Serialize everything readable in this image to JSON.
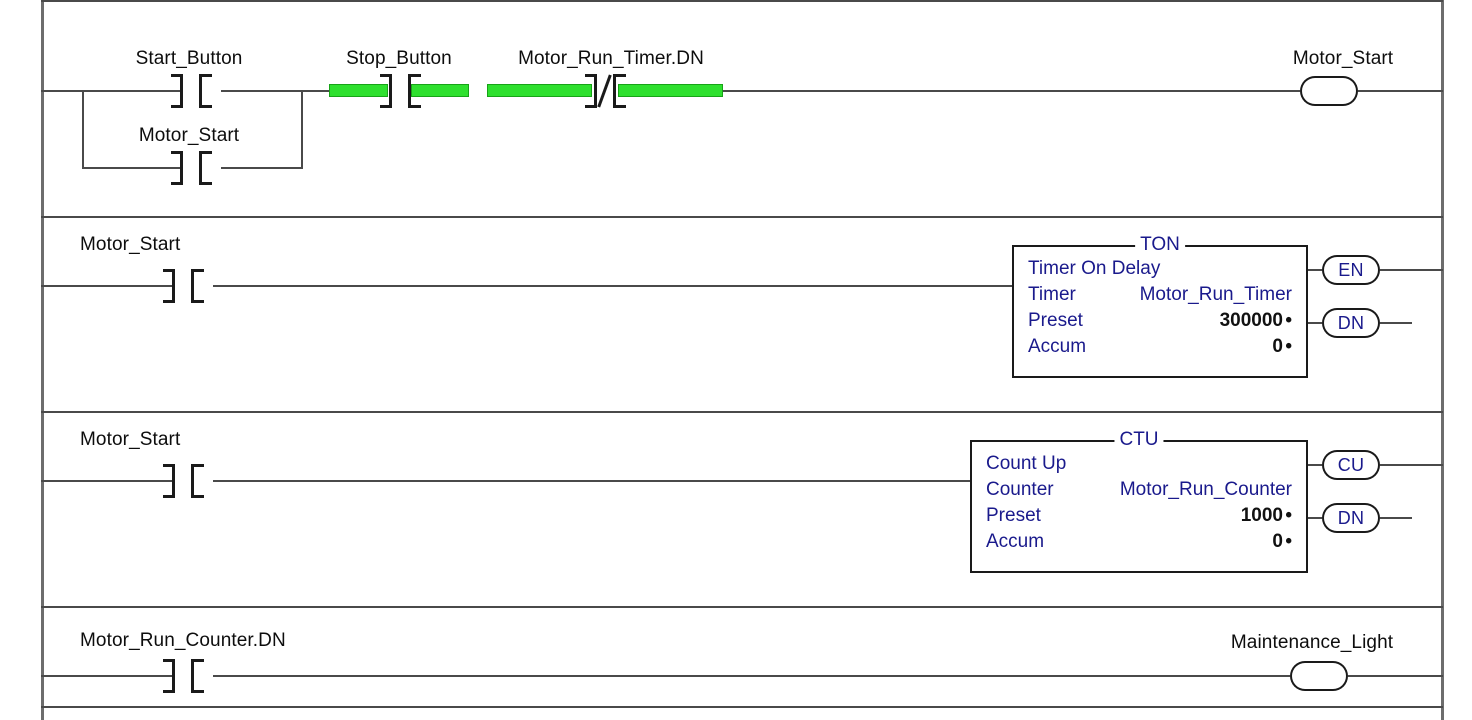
{
  "diagram": {
    "type": "plc-ladder-logic",
    "colors": {
      "energized": "#2EE02E",
      "energized_border": "#17A317",
      "instruction_text": "#1A1A8C",
      "wire": "#4A4A4A",
      "rail": "#6D6D6D",
      "tag_text": "#0D0D0D"
    }
  },
  "rungs": [
    {
      "id": "rung-1",
      "inputs": [
        {
          "tag": "Start_Button",
          "type": "contact-no",
          "energized": false
        },
        {
          "tag": "Motor_Start",
          "type": "contact-no",
          "energized": false,
          "branch": true
        },
        {
          "tag": "Stop_Button",
          "type": "contact-no",
          "energized": true
        },
        {
          "tag": "Motor_Run_Timer.DN",
          "type": "contact-nc",
          "energized": true
        }
      ],
      "output": {
        "tag": "Motor_Start",
        "type": "coil",
        "label": ""
      }
    },
    {
      "id": "rung-2",
      "inputs": [
        {
          "tag": "Motor_Start",
          "type": "contact-no",
          "energized": false
        }
      ],
      "block": {
        "mnemonic": "TON",
        "description": "Timer On Delay",
        "rows": [
          {
            "name": "Timer",
            "value": "Motor_Run_Timer",
            "dot": false
          },
          {
            "name": "Preset",
            "value": "300000",
            "dot": true
          },
          {
            "name": "Accum",
            "value": "0",
            "dot": true
          }
        ],
        "outputs": [
          {
            "label": "EN"
          },
          {
            "label": "DN"
          }
        ]
      }
    },
    {
      "id": "rung-3",
      "inputs": [
        {
          "tag": "Motor_Start",
          "type": "contact-no",
          "energized": false
        }
      ],
      "block": {
        "mnemonic": "CTU",
        "description": "Count Up",
        "rows": [
          {
            "name": "Counter",
            "value": "Motor_Run_Counter",
            "dot": false
          },
          {
            "name": "Preset",
            "value": "1000",
            "dot": true
          },
          {
            "name": "Accum",
            "value": "0",
            "dot": true
          }
        ],
        "outputs": [
          {
            "label": "CU"
          },
          {
            "label": "DN"
          }
        ]
      }
    },
    {
      "id": "rung-4",
      "inputs": [
        {
          "tag": "Motor_Run_Counter.DN",
          "type": "contact-no",
          "energized": false
        }
      ],
      "output": {
        "tag": "Maintenance_Light",
        "type": "coil",
        "label": ""
      }
    }
  ]
}
